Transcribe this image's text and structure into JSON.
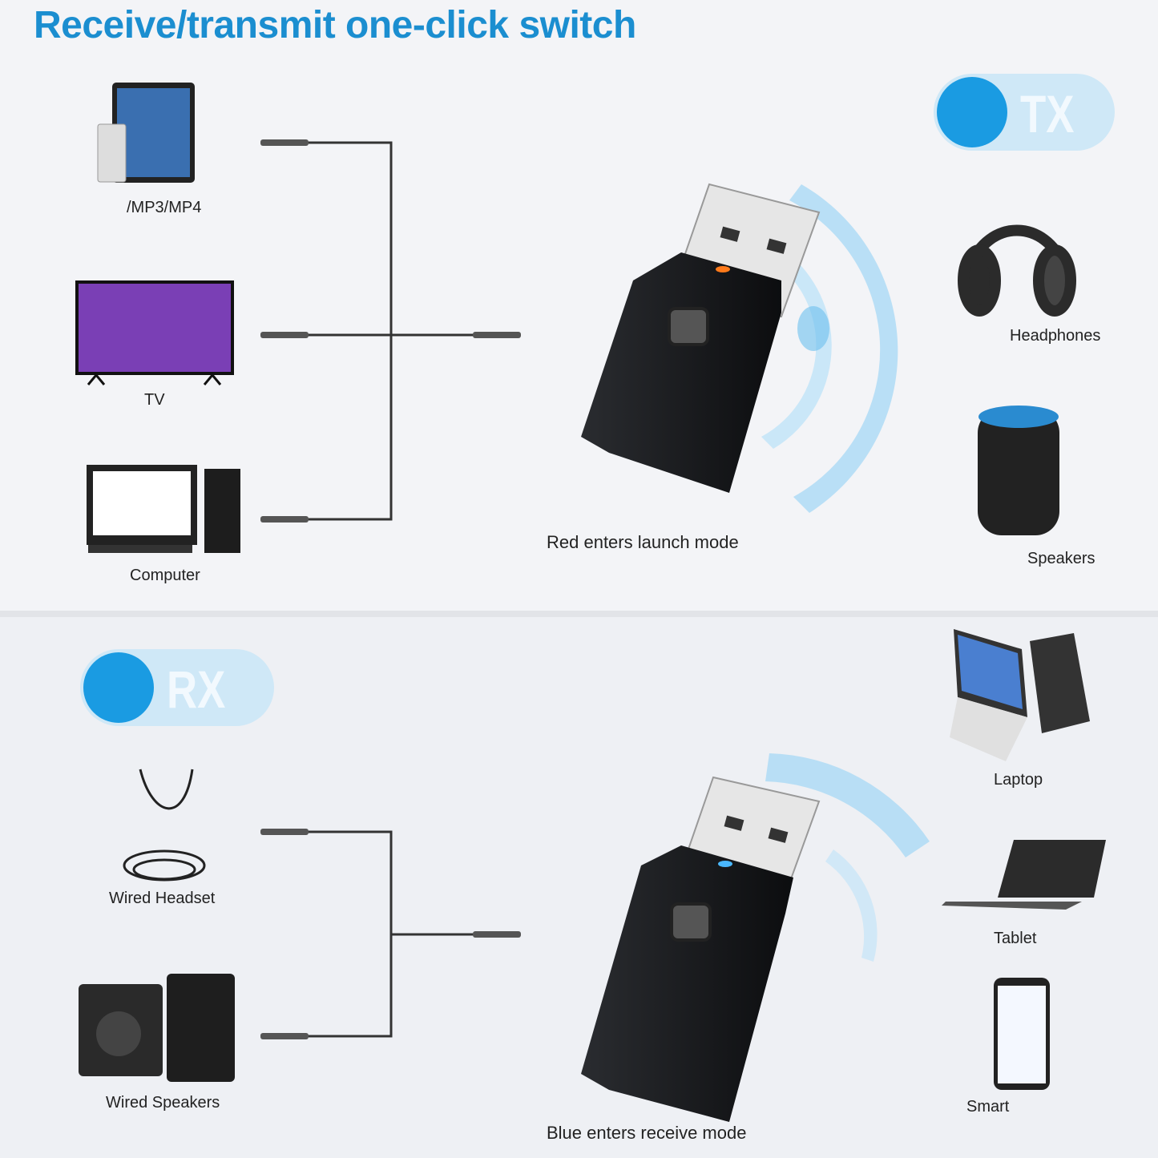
{
  "title": "Receive/transmit one-click switch",
  "tx": {
    "mode_label": "TX",
    "sources": [
      "/MP3/MP4",
      "TV",
      "Computer"
    ],
    "targets": [
      "Headphones",
      "Speakers"
    ],
    "caption": "Red enters launch mode",
    "led_color": "#ff7a1a"
  },
  "rx": {
    "mode_label": "RX",
    "outputs": [
      "Wired Headset",
      "Wired Speakers"
    ],
    "sources": [
      "Laptop",
      "Tablet",
      "Smart"
    ],
    "caption": "Blue enters receive mode",
    "led_color": "#4ab8ff"
  },
  "colors": {
    "accent": "#1a9be2",
    "title": "#1b8ed0",
    "pill_bg": "#cfe8f7"
  }
}
